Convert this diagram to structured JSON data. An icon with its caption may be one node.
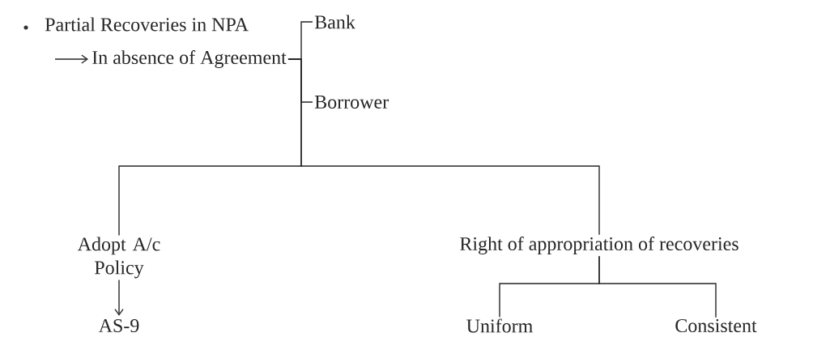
{
  "diagram": {
    "nodes": [
      {
        "text": [
          "In absence of Agreement"
        ]
      },
      {
        "text": [
          "Bank"
        ]
      },
      {
        "text": [
          "Borrower"
        ]
      },
      {
        "text": [
          "Adopt A/c Policy"
        ]
      },
      {
        "text": [
          "AS-9"
        ]
      },
      {
        "text": [
          "Right of appropriation of recoveries"
        ]
      },
      {
        "text": [
          "Uniform"
        ]
      },
      {
        "text": [
          "Consistent"
        ]
      }
    ],
    "edges": [
      {
        "from": null,
        "to": 0,
        "arrow": "to"
      },
      {
        "from": 0,
        "to": 1,
        "arrow": "none"
      },
      {
        "from": 0,
        "to": 2,
        "arrow": "none"
      },
      {
        "from": 0,
        "to": 3,
        "arrow": "none"
      },
      {
        "from": 0,
        "to": 5,
        "arrow": "none"
      },
      {
        "from": 3,
        "to": 4,
        "arrow": "to"
      },
      {
        "from": 5,
        "to": 6,
        "arrow": "none"
      },
      {
        "from": 5,
        "to": 7,
        "arrow": "none"
      }
    ],
    "labels": [
      "Partial Recoveries in NPA"
    ]
  }
}
